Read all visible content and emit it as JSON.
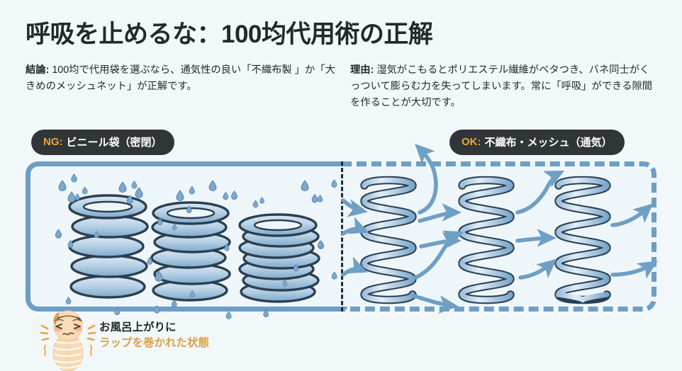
{
  "header": {
    "title": "呼吸を止めるな：100均代用術の正解",
    "left_lead": "結論:",
    "left_body": " 100均で代用袋を選ぶなら、通気性の良い「不織布製 」か「大きめのメッシュネット」が正解です。",
    "right_lead": "理由:",
    "right_body": " 湿気がこもるとポリエステル繊維がベタつき、バネ同士がくっついて膨らむ力を失ってしまいます。常に「呼吸」ができる隙間を作ることが大切です。"
  },
  "panels": {
    "ng": {
      "badge_prefix": "NG:",
      "badge_label": "ビニール袋（密閉）",
      "border_style": "solid",
      "border_color": "#6c9ec6",
      "background": "#eff6fa",
      "coils": [
        {
          "state": "slightly-compressed",
          "turns": 5
        },
        {
          "state": "compressed",
          "turns": 6
        },
        {
          "state": "collapsed",
          "turns": 7
        }
      ],
      "droplet_count": 46,
      "droplet_color": "#7ca8cd"
    },
    "ok": {
      "badge_prefix": "OK:",
      "badge_label": "不織布・メッシュ（通気）",
      "border_style": "dashed",
      "border_color": "#6c9ec6",
      "background": "#eff6fa",
      "springs": [
        {
          "state": "healthy",
          "turns": 6
        },
        {
          "state": "healthy",
          "turns": 6
        },
        {
          "state": "healthy",
          "turns": 6
        }
      ],
      "airflow_arrows": 10,
      "arrow_color": "#6e9fc4"
    }
  },
  "caption": {
    "line1": "お風呂上がりに",
    "line2": "ラップを巻かれた状態",
    "line1_color": "#22282c",
    "line2_color": "#dba046",
    "icon": "distressed-person-wrapped-in-plastic"
  },
  "colors": {
    "page_background": "#f2f7fa",
    "badge_background": "#2f3538",
    "badge_prefix": "#e9a83a",
    "spring_fill": "#c9dced",
    "spring_stroke": "#2b3f52",
    "spring_shade": "#86afd0",
    "text": "#24292c"
  }
}
